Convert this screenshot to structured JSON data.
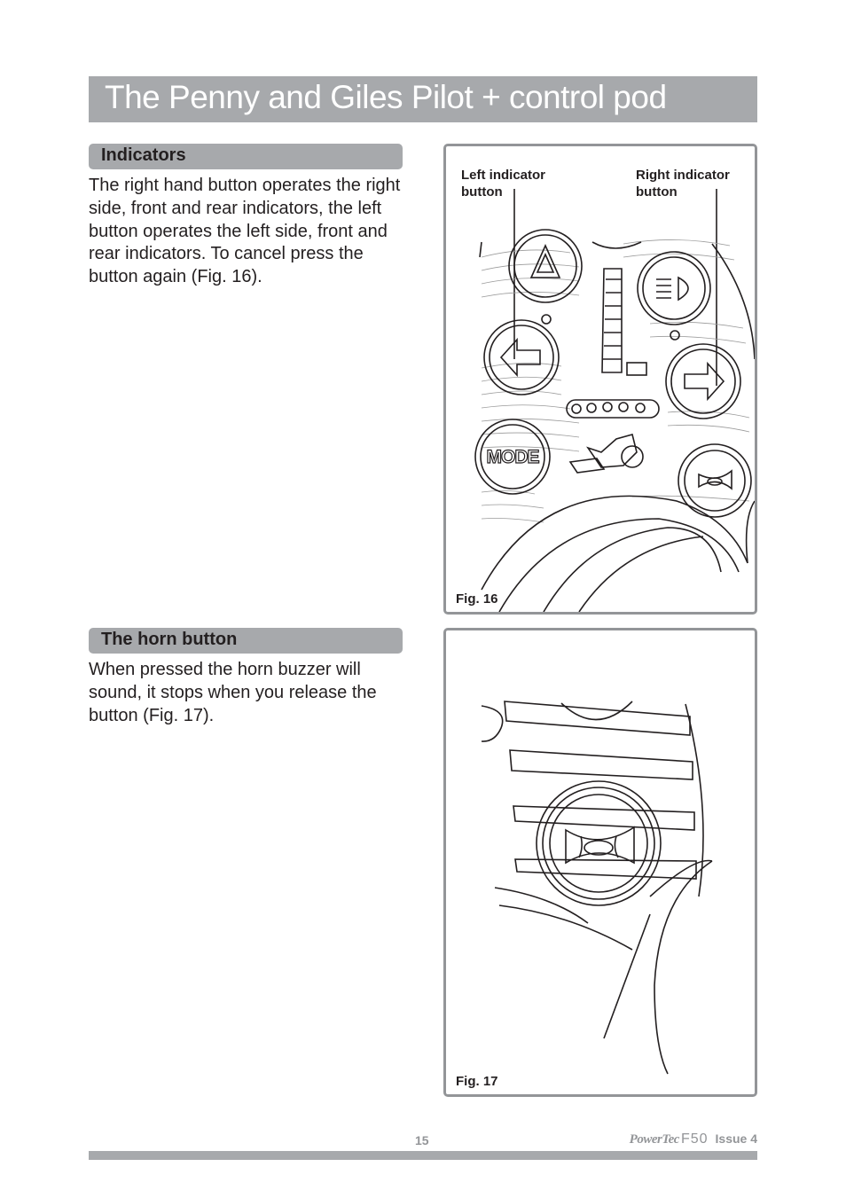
{
  "page": {
    "title": "The Penny and Giles Pilot + control pod"
  },
  "indicators": {
    "heading": "Indicators",
    "body": "The right hand button operates the right side, front and rear indicators, the left button operates the left side, front and rear indicators. To cancel press the button again (Fig. 16).",
    "figure": {
      "caption": "Fig. 16",
      "left_callout": "Left indicator button",
      "right_callout": "Right indicator button",
      "button_label_mode": "MODE"
    }
  },
  "horn": {
    "heading": "The horn button",
    "body": "When pressed the horn buzzer will sound, it stops when you release the button (Fig. 17).",
    "figure": {
      "caption": "Fig. 17"
    }
  },
  "footer": {
    "page_number": "15",
    "brand": "PowerTec",
    "model": "F50",
    "issue": "Issue 4"
  },
  "colors": {
    "bar_gray": "#a7a9ac",
    "frame_gray": "#939598",
    "text": "#231f20"
  }
}
